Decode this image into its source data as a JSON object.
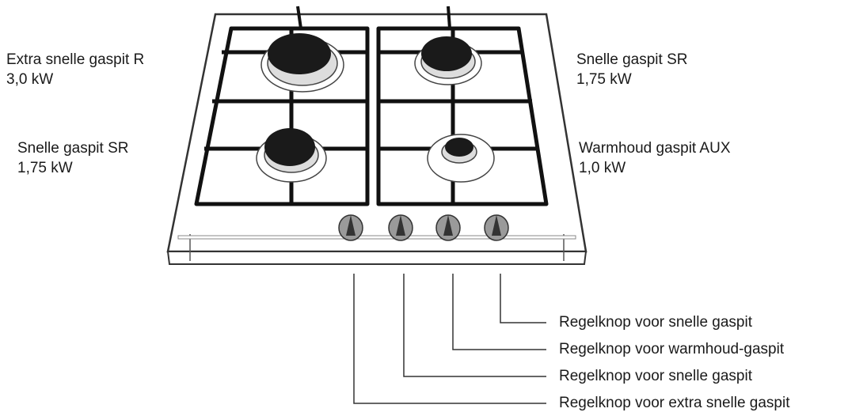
{
  "burners": {
    "top_left": {
      "name": "Extra snelle gaspit R",
      "power": "3,0 kW"
    },
    "bottom_left": {
      "name": "Snelle gaspit SR",
      "power": "1,75 kW"
    },
    "top_right": {
      "name": "Snelle gaspit SR",
      "power": "1,75 kW"
    },
    "bottom_right": {
      "name": "Warmhoud gaspit AUX",
      "power": "1,0  kW"
    }
  },
  "knobs": [
    {
      "label": "Regelknop voor snelle gaspit"
    },
    {
      "label": "Regelknop voor warmhoud-gaspit"
    },
    {
      "label": "Regelknop voor snelle gaspit"
    },
    {
      "label": "Regelknop voor extra snelle gaspit"
    }
  ]
}
